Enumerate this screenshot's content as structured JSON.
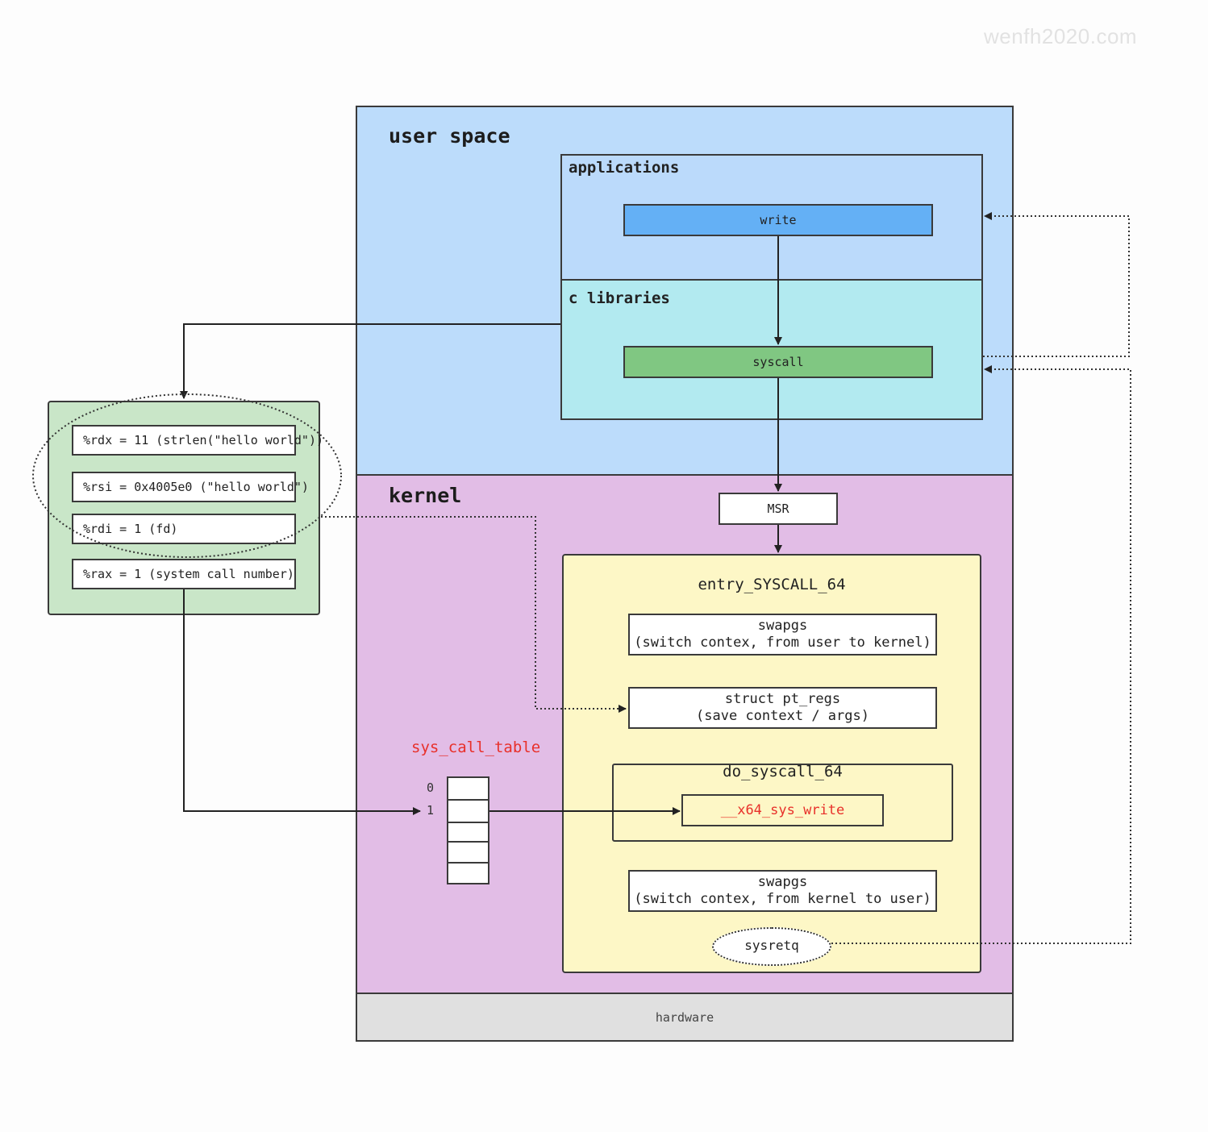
{
  "watermark": "wenfh2020.com",
  "user_space": {
    "title": "user space",
    "applications": {
      "title": "applications",
      "write": "write"
    },
    "c_libraries": {
      "title": "c libraries",
      "syscall": "syscall"
    }
  },
  "kernel": {
    "title": "kernel",
    "msr": "MSR",
    "entry": {
      "title": "entry_SYSCALL_64",
      "swapgs_in": {
        "line1": "swapgs",
        "line2": "(switch contex, from user to kernel)"
      },
      "pt_regs": {
        "line1": "struct pt_regs",
        "line2": "(save context / args)"
      },
      "do_syscall": {
        "title": "do_syscall_64",
        "handler": "__x64_sys_write"
      },
      "swapgs_out": {
        "line1": "swapgs",
        "line2": "(switch contex, from kernel to user)"
      },
      "sysretq": "sysretq"
    },
    "sys_call_table": {
      "label": "sys_call_table",
      "indices": [
        "0",
        "1"
      ]
    }
  },
  "hardware": "hardware",
  "registers": [
    "%rdx = 11 (strlen(\"hello world\"))",
    "%rsi = 0x4005e0 (\"hello world\")",
    "%rdi = 1 (fd)",
    "%rax = 1 (system call number)"
  ]
}
